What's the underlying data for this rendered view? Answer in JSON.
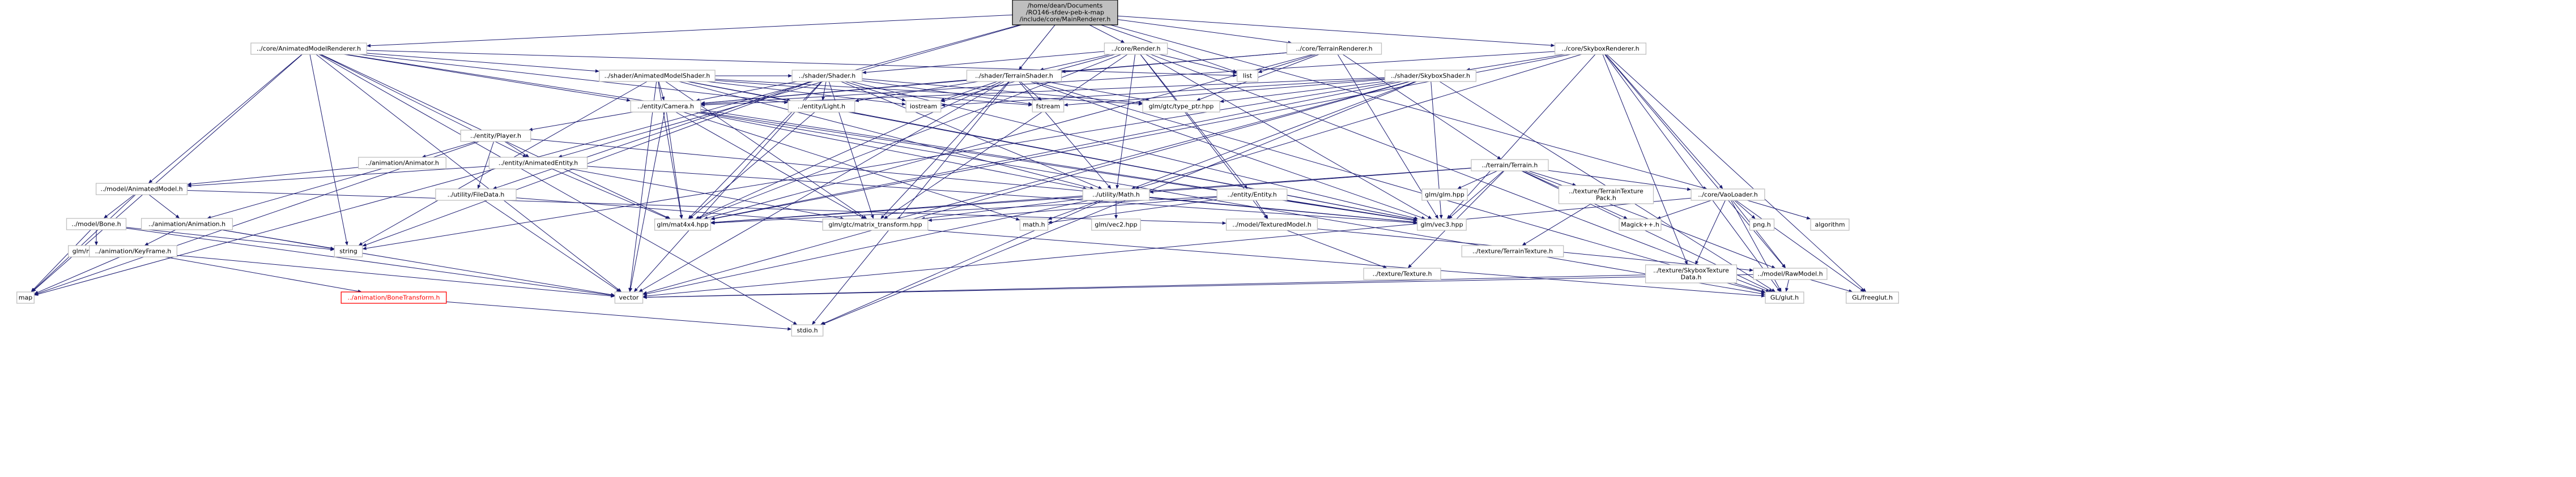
{
  "diagram": {
    "nodes": [
      {
        "id": "root",
        "lines": [
          "/home/dean/Documents",
          "/RO146-sfdev-peb-k-map",
          "/include/core/MainRenderer.h"
        ],
        "root": true
      },
      {
        "id": "amr",
        "lines": [
          "../core/AnimatedModelRenderer.h"
        ]
      },
      {
        "id": "rend",
        "lines": [
          "../core/Render.h"
        ]
      },
      {
        "id": "terr",
        "lines": [
          "../core/TerrainRenderer.h"
        ]
      },
      {
        "id": "sky",
        "lines": [
          "../core/SkyboxRenderer.h"
        ]
      },
      {
        "id": "ams",
        "lines": [
          "../shader/AnimatedModelShader.h"
        ]
      },
      {
        "id": "shader",
        "lines": [
          "../shader/Shader.h"
        ]
      },
      {
        "id": "tshader",
        "lines": [
          "../shader/TerrainShader.h"
        ]
      },
      {
        "id": "sshader",
        "lines": [
          "../shader/SkyboxShader.h"
        ]
      },
      {
        "id": "list",
        "lines": [
          "list"
        ]
      },
      {
        "id": "camera",
        "lines": [
          "../entity/Camera.h"
        ]
      },
      {
        "id": "light",
        "lines": [
          "../entity/Light.h"
        ]
      },
      {
        "id": "iostream",
        "lines": [
          "iostream"
        ]
      },
      {
        "id": "fstream",
        "lines": [
          "fstream"
        ]
      },
      {
        "id": "typeptr",
        "lines": [
          "glm/gtc/type_ptr.hpp"
        ]
      },
      {
        "id": "player",
        "lines": [
          "../entity/Player.h"
        ]
      },
      {
        "id": "animator",
        "lines": [
          "../animation/Animator.h"
        ]
      },
      {
        "id": "aentity",
        "lines": [
          "../entity/AnimatedEntity.h"
        ]
      },
      {
        "id": "amodel",
        "lines": [
          "../model/AnimatedModel.h"
        ]
      },
      {
        "id": "filedata",
        "lines": [
          "../utility/FileData.h"
        ]
      },
      {
        "id": "umath",
        "lines": [
          "../utility/Math.h"
        ]
      },
      {
        "id": "entity",
        "lines": [
          "../entity/Entity.h"
        ]
      },
      {
        "id": "terrain",
        "lines": [
          "../terrain/Terrain.h"
        ]
      },
      {
        "id": "glmhpp",
        "lines": [
          "glm/glm.hpp"
        ]
      },
      {
        "id": "ttp",
        "lines": [
          "../texture/TerrainTexture",
          "Pack.h"
        ]
      },
      {
        "id": "vao",
        "lines": [
          "../core/VaoLoader.h"
        ]
      },
      {
        "id": "bone",
        "lines": [
          "../model/Bone.h"
        ]
      },
      {
        "id": "anim",
        "lines": [
          "../animation/Animation.h"
        ]
      },
      {
        "id": "mat4",
        "lines": [
          "glm/mat4x4.hpp"
        ]
      },
      {
        "id": "mtrans",
        "lines": [
          "glm/gtc/matrix_transform.hpp"
        ]
      },
      {
        "id": "mathh",
        "lines": [
          "math.h"
        ]
      },
      {
        "id": "vec2",
        "lines": [
          "glm/vec2.hpp"
        ]
      },
      {
        "id": "tmodel",
        "lines": [
          "../model/TexturedModel.h"
        ]
      },
      {
        "id": "vec3",
        "lines": [
          "glm/vec3.hpp"
        ]
      },
      {
        "id": "magick",
        "lines": [
          "Magick++.h"
        ]
      },
      {
        "id": "png",
        "lines": [
          "png.h"
        ]
      },
      {
        "id": "algo",
        "lines": [
          "algorithm"
        ]
      },
      {
        "id": "tt",
        "lines": [
          "../texture/TerrainTexture.h"
        ]
      },
      {
        "id": "matrix",
        "lines": [
          "glm/matrix.hpp"
        ]
      },
      {
        "id": "keyframe",
        "lines": [
          "../animation/KeyFrame.h"
        ]
      },
      {
        "id": "string",
        "lines": [
          "string"
        ]
      },
      {
        "id": "texture",
        "lines": [
          "../texture/Texture.h"
        ]
      },
      {
        "id": "stex",
        "lines": [
          "../texture/SkyboxTexture",
          "Data.h"
        ]
      },
      {
        "id": "raw",
        "lines": [
          "../model/RawModel.h"
        ]
      },
      {
        "id": "map",
        "lines": [
          "map"
        ]
      },
      {
        "id": "bt",
        "lines": [
          "../animation/BoneTransform.h"
        ],
        "red": true
      },
      {
        "id": "vector",
        "lines": [
          "vector"
        ]
      },
      {
        "id": "glut",
        "lines": [
          "GL/glut.h"
        ]
      },
      {
        "id": "freeglut",
        "lines": [
          "GL/freeglut.h"
        ]
      },
      {
        "id": "stdio",
        "lines": [
          "stdio.h"
        ]
      }
    ],
    "edges": [
      [
        "root",
        "amr"
      ],
      [
        "root",
        "rend"
      ],
      [
        "root",
        "terr"
      ],
      [
        "root",
        "sky"
      ],
      [
        "root",
        "map"
      ],
      [
        "root",
        "list"
      ],
      [
        "root",
        "aentity"
      ],
      [
        "root",
        "tshader"
      ],
      [
        "root",
        "vao"
      ],
      [
        "amr",
        "ams"
      ],
      [
        "amr",
        "amodel"
      ],
      [
        "amr",
        "aentity"
      ],
      [
        "amr",
        "string"
      ],
      [
        "amr",
        "vector"
      ],
      [
        "amr",
        "mat4"
      ],
      [
        "amr",
        "map"
      ],
      [
        "amr",
        "stdio"
      ],
      [
        "amr",
        "light"
      ],
      [
        "amr",
        "camera"
      ],
      [
        "amr",
        "vec3"
      ],
      [
        "amr",
        "list"
      ],
      [
        "rend",
        "shader"
      ],
      [
        "rend",
        "tshader"
      ],
      [
        "rend",
        "list"
      ],
      [
        "rend",
        "umath"
      ],
      [
        "rend",
        "entity"
      ],
      [
        "rend",
        "tmodel"
      ],
      [
        "rend",
        "mat4"
      ],
      [
        "rend",
        "mtrans"
      ],
      [
        "rend",
        "vec3"
      ],
      [
        "rend",
        "glut"
      ],
      [
        "rend",
        "iostream"
      ],
      [
        "terr",
        "tshader"
      ],
      [
        "terr",
        "terrain"
      ],
      [
        "terr",
        "list"
      ],
      [
        "terr",
        "mat4"
      ],
      [
        "terr",
        "vec3"
      ],
      [
        "terr",
        "typeptr"
      ],
      [
        "terr",
        "camera"
      ],
      [
        "sky",
        "sshader"
      ],
      [
        "sky",
        "vao"
      ],
      [
        "sky",
        "raw"
      ],
      [
        "sky",
        "mat4"
      ],
      [
        "sky",
        "vec3"
      ],
      [
        "sky",
        "glut"
      ],
      [
        "sky",
        "freeglut"
      ],
      [
        "sky",
        "stex"
      ],
      [
        "sky",
        "camera"
      ],
      [
        "sky",
        "umath"
      ],
      [
        "ams",
        "shader"
      ],
      [
        "ams",
        "camera"
      ],
      [
        "ams",
        "light"
      ],
      [
        "ams",
        "mat4"
      ],
      [
        "ams",
        "mtrans"
      ],
      [
        "ams",
        "vec3"
      ],
      [
        "ams",
        "typeptr"
      ],
      [
        "ams",
        "iostream"
      ],
      [
        "ams",
        "fstream"
      ],
      [
        "ams",
        "string"
      ],
      [
        "ams",
        "vector"
      ],
      [
        "ams",
        "umath"
      ],
      [
        "shader",
        "camera"
      ],
      [
        "shader",
        "light"
      ],
      [
        "shader",
        "iostream"
      ],
      [
        "shader",
        "fstream"
      ],
      [
        "shader",
        "typeptr"
      ],
      [
        "shader",
        "string"
      ],
      [
        "shader",
        "vector"
      ],
      [
        "shader",
        "umath"
      ],
      [
        "shader",
        "mat4"
      ],
      [
        "shader",
        "mtrans"
      ],
      [
        "shader",
        "vec3"
      ],
      [
        "shader",
        "filedata"
      ],
      [
        "tshader",
        "camera"
      ],
      [
        "tshader",
        "light"
      ],
      [
        "tshader",
        "typeptr"
      ],
      [
        "tshader",
        "umath"
      ],
      [
        "tshader",
        "mat4"
      ],
      [
        "tshader",
        "mtrans"
      ],
      [
        "tshader",
        "vec3"
      ],
      [
        "tshader",
        "glut"
      ],
      [
        "tshader",
        "vector"
      ],
      [
        "tshader",
        "stdio"
      ],
      [
        "tshader",
        "iostream"
      ],
      [
        "tshader",
        "fstream"
      ],
      [
        "sshader",
        "camera"
      ],
      [
        "sshader",
        "typeptr"
      ],
      [
        "sshader",
        "iostream"
      ],
      [
        "sshader",
        "fstream"
      ],
      [
        "sshader",
        "umath"
      ],
      [
        "sshader",
        "mat4"
      ],
      [
        "sshader",
        "mtrans"
      ],
      [
        "sshader",
        "vec3"
      ],
      [
        "sshader",
        "string"
      ],
      [
        "sshader",
        "vector"
      ],
      [
        "sshader",
        "glut"
      ],
      [
        "sshader",
        "stdio"
      ],
      [
        "camera",
        "player"
      ],
      [
        "camera",
        "umath"
      ],
      [
        "camera",
        "mat4"
      ],
      [
        "camera",
        "mtrans"
      ],
      [
        "camera",
        "vec3"
      ],
      [
        "camera",
        "glut"
      ],
      [
        "camera",
        "mathh"
      ],
      [
        "camera",
        "vector"
      ],
      [
        "light",
        "vec3"
      ],
      [
        "light",
        "mat4"
      ],
      [
        "player",
        "aentity"
      ],
      [
        "player",
        "animator"
      ],
      [
        "player",
        "filedata"
      ],
      [
        "player",
        "vec3"
      ],
      [
        "player",
        "map"
      ],
      [
        "animator",
        "amodel"
      ],
      [
        "animator",
        "anim"
      ],
      [
        "aentity",
        "amodel"
      ],
      [
        "aentity",
        "mat4"
      ],
      [
        "aentity",
        "mtrans"
      ],
      [
        "aentity",
        "vec3"
      ],
      [
        "amodel",
        "bone"
      ],
      [
        "amodel",
        "anim"
      ],
      [
        "amodel",
        "map"
      ],
      [
        "amodel",
        "tmodel"
      ],
      [
        "filedata",
        "vector"
      ],
      [
        "filedata",
        "glut"
      ],
      [
        "umath",
        "mat4"
      ],
      [
        "umath",
        "mtrans"
      ],
      [
        "umath",
        "mathh"
      ],
      [
        "umath",
        "vec2"
      ],
      [
        "umath",
        "vec3"
      ],
      [
        "umath",
        "vector"
      ],
      [
        "umath",
        "stdio"
      ],
      [
        "entity",
        "tmodel"
      ],
      [
        "entity",
        "mat4"
      ],
      [
        "entity",
        "mtrans"
      ],
      [
        "entity",
        "vec3"
      ],
      [
        "entity",
        "mathh"
      ],
      [
        "terrain",
        "ttp"
      ],
      [
        "terrain",
        "vao"
      ],
      [
        "terrain",
        "raw"
      ],
      [
        "terrain",
        "texture"
      ],
      [
        "terrain",
        "glmhpp"
      ],
      [
        "terrain",
        "vec3"
      ],
      [
        "terrain",
        "umath"
      ],
      [
        "terrain",
        "magick"
      ],
      [
        "terrain",
        "glut"
      ],
      [
        "terrain",
        "mat4"
      ],
      [
        "ttp",
        "tt"
      ],
      [
        "vao",
        "raw"
      ],
      [
        "vao",
        "png"
      ],
      [
        "vao",
        "algo"
      ],
      [
        "vao",
        "magick"
      ],
      [
        "vao",
        "glut"
      ],
      [
        "vao",
        "freeglut"
      ],
      [
        "vao",
        "stex"
      ],
      [
        "vao",
        "vector"
      ],
      [
        "bone",
        "matrix"
      ],
      [
        "bone",
        "map"
      ],
      [
        "bone",
        "vector"
      ],
      [
        "bone",
        "string"
      ],
      [
        "anim",
        "keyframe"
      ],
      [
        "anim",
        "string"
      ],
      [
        "anim",
        "vector"
      ],
      [
        "keyframe",
        "bt"
      ],
      [
        "keyframe",
        "map"
      ],
      [
        "keyframe",
        "vector"
      ],
      [
        "bt",
        "stdio"
      ],
      [
        "tmodel",
        "raw"
      ],
      [
        "tmodel",
        "texture"
      ],
      [
        "stex",
        "vector"
      ],
      [
        "stex",
        "glut"
      ],
      [
        "raw",
        "glut"
      ],
      [
        "raw",
        "freeglut"
      ],
      [
        "raw",
        "vector"
      ]
    ]
  }
}
